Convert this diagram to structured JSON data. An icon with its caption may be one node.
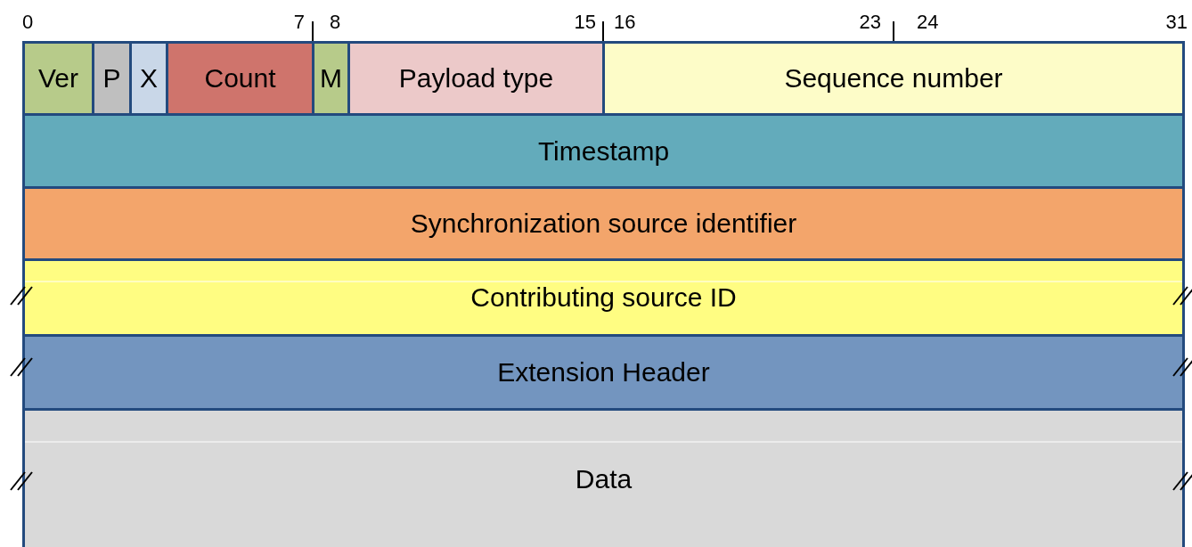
{
  "diagram": {
    "nodes": [
      {
        "text": [
          "Ver"
        ]
      },
      {
        "text": [
          "P"
        ]
      },
      {
        "text": [
          "X"
        ]
      },
      {
        "text": [
          "Count"
        ]
      },
      {
        "text": [
          "M"
        ]
      },
      {
        "text": [
          "Payload type"
        ]
      },
      {
        "text": [
          "Sequence number"
        ]
      },
      {
        "text": [
          "Timestamp"
        ]
      },
      {
        "text": [
          "Synchronization source identifier"
        ]
      },
      {
        "text": [
          "Contributing source ID"
        ]
      },
      {
        "text": [
          "Extension Header"
        ]
      },
      {
        "text": [
          "Data"
        ]
      }
    ],
    "labels": [
      "0",
      "7",
      "8",
      "15",
      "16",
      "23",
      "24",
      "31"
    ]
  }
}
